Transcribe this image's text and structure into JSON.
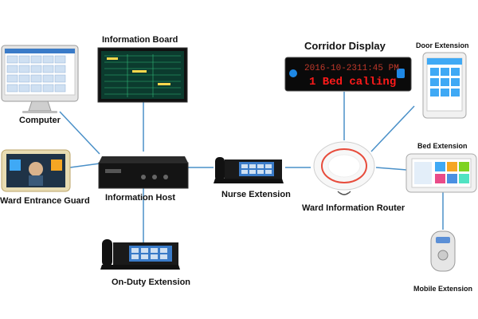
{
  "labels": {
    "computer": "Computer",
    "information_board": "Information Board",
    "corridor_display": "Corridor Display",
    "door_extension": "Door Extension",
    "bed_extension": "Bed Extension",
    "ward_entrance_guard": "Ward Entrance Guard",
    "information_host": "Information Host",
    "nurse_extension": "Nurse Extension",
    "ward_information_router": "Ward Information Router",
    "on_duty_extension": "On-Duty Extension",
    "mobile_extension": "Mobile Extension"
  },
  "corridor_screen": {
    "date": "2016-10-23",
    "time": "11:45 PM",
    "message": "1 Bed calling"
  },
  "colors": {
    "connector": "#4a90c8",
    "led_text": "#ff1a1a",
    "led_dim": "#c0392b",
    "router_ring": "#e74c3c",
    "tablet_tiles": [
      "#3fa9f5",
      "#f5a623",
      "#7ed321",
      "#e94c89",
      "#4a90e2",
      "#50e3c2"
    ]
  }
}
